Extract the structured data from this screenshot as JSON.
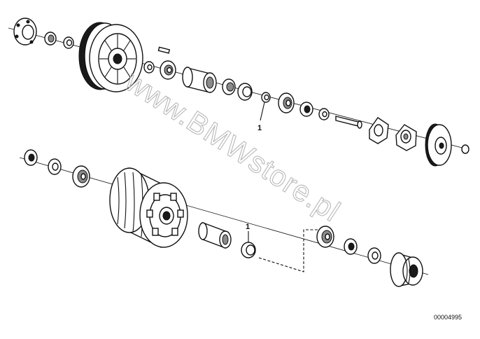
{
  "diagram": {
    "callout_upper": "1",
    "callout_lower": "1",
    "reference_number": "00004995",
    "watermark": "www.BMWstore.pl"
  }
}
